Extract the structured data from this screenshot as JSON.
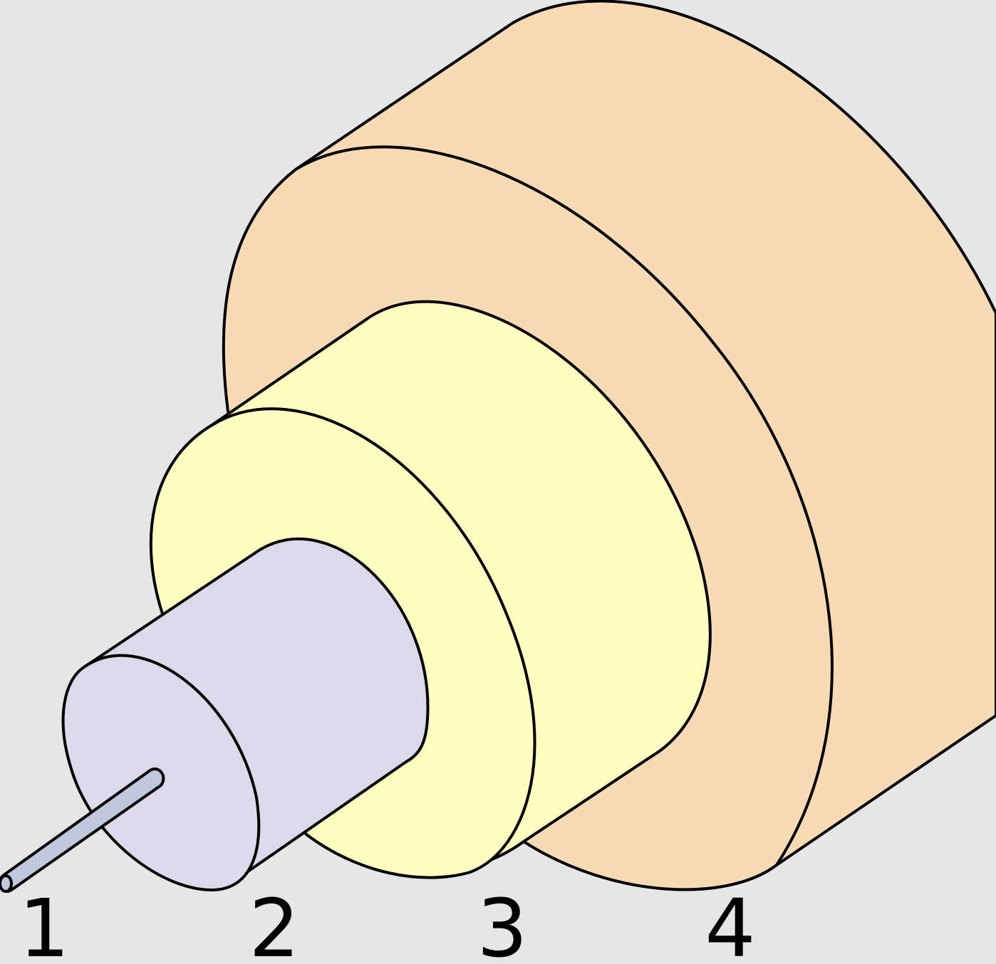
{
  "diagram": {
    "labels": [
      {
        "id": "1",
        "text": "1"
      },
      {
        "id": "2",
        "text": "2"
      },
      {
        "id": "3",
        "text": "3"
      },
      {
        "id": "4",
        "text": "4"
      }
    ],
    "colors": {
      "background": "#e6e6e6",
      "core": "#bfc8dc",
      "cladding": "#dcd9ea",
      "buffer": "#fffdc0",
      "jacket": "#f8dbb4",
      "outline": "#000000"
    }
  }
}
